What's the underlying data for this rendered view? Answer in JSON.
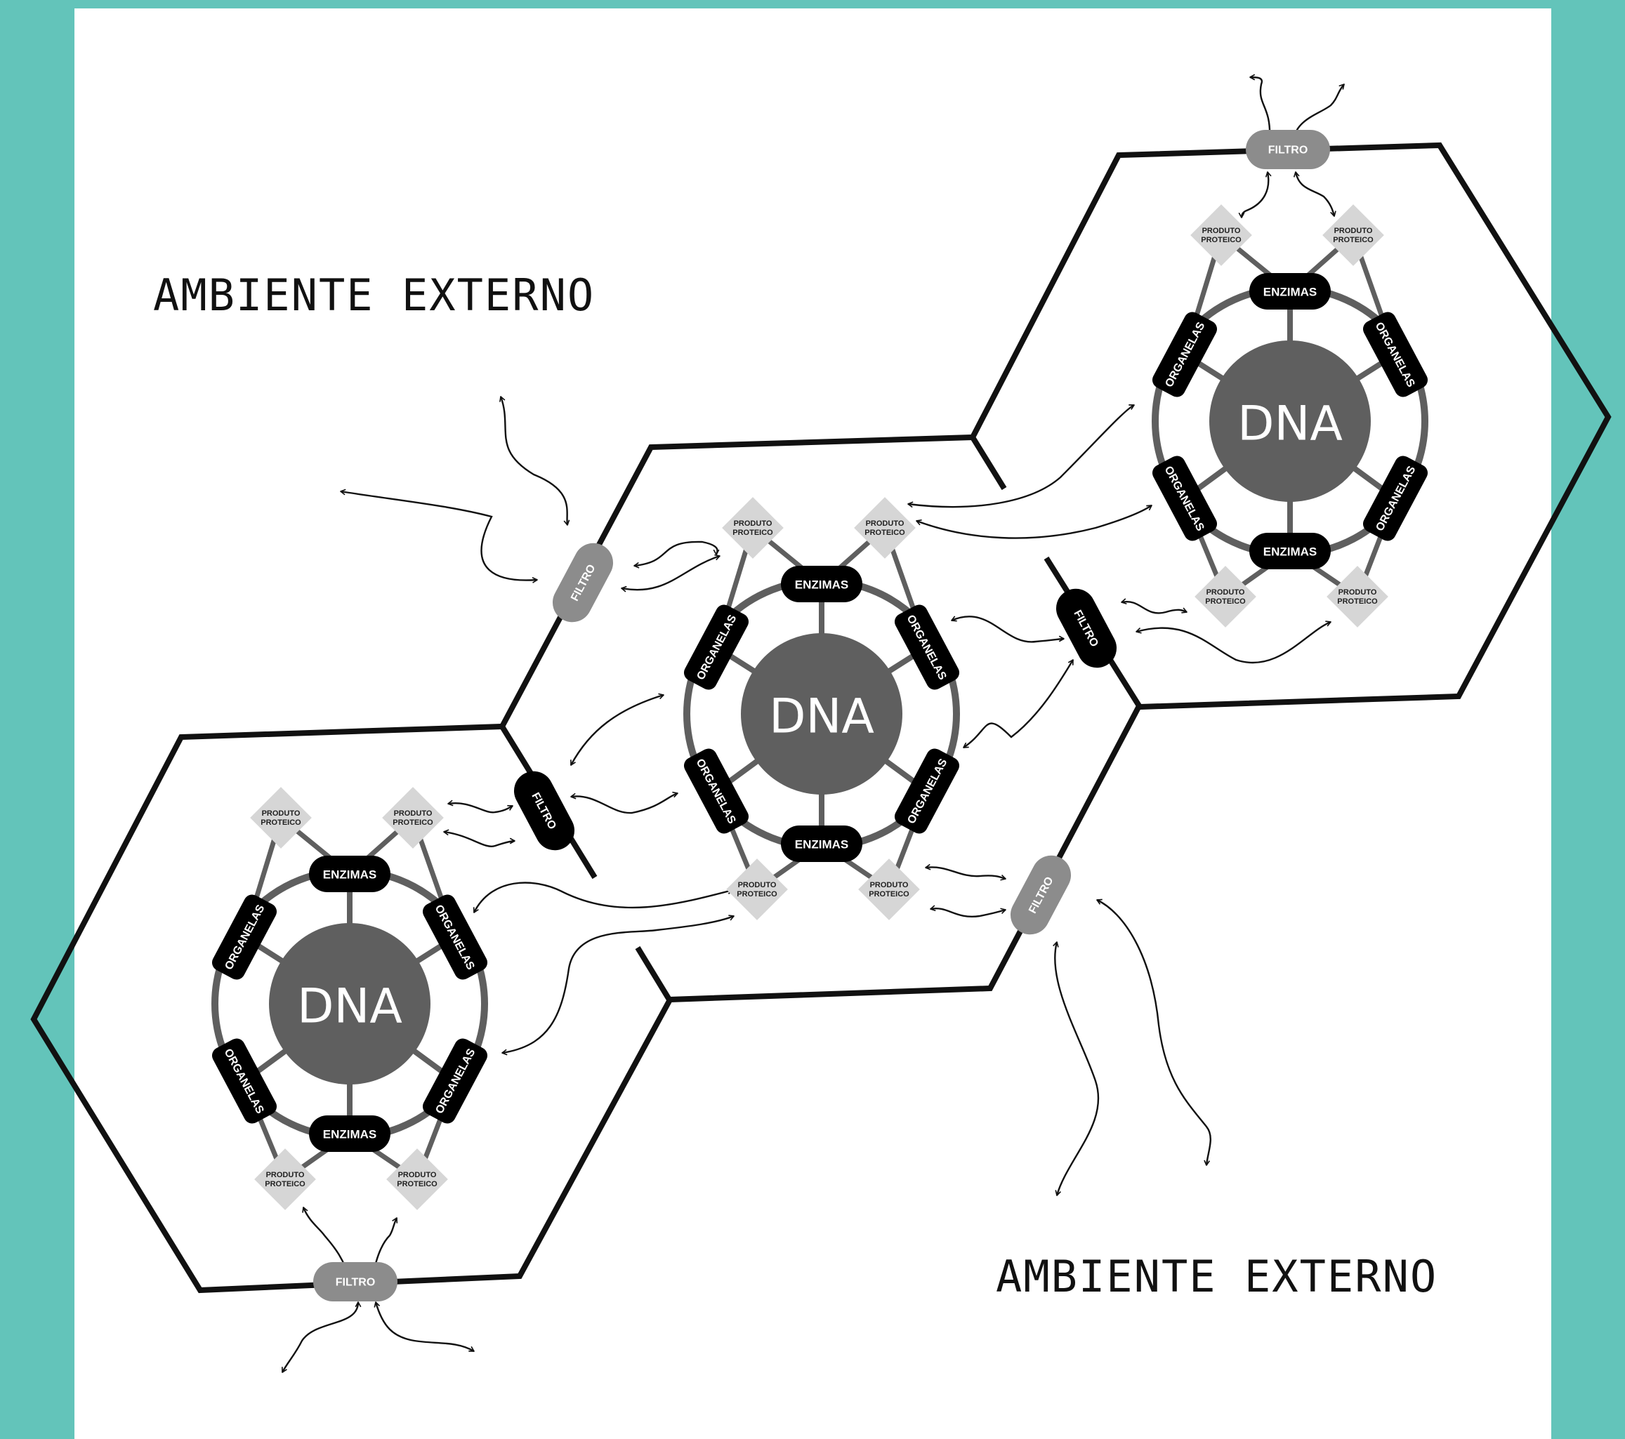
{
  "labels": {
    "environment_top": "AMBIENTE EXTERNO",
    "environment_bottom": "AMBIENTE EXTERNO",
    "nucleus": "DNA",
    "enzyme": "ENZIMAS",
    "organelle": "ORGANELAS",
    "filter": "FILTRO",
    "protein_line1": "PRODUTO",
    "protein_line2": "PROTEICO"
  },
  "colors": {
    "frame": "#63c4ba",
    "background": "#ffffff",
    "outline": "#111111",
    "dna": "#5f5f5f",
    "ring": "#5f5f5f",
    "node": "#000000",
    "filter": "#8c8c8c",
    "product": "#d6d6d6"
  },
  "cells": [
    {
      "id": "cell-left",
      "nucleus": "DNA"
    },
    {
      "id": "cell-center",
      "nucleus": "DNA"
    },
    {
      "id": "cell-right",
      "nucleus": "DNA"
    }
  ]
}
